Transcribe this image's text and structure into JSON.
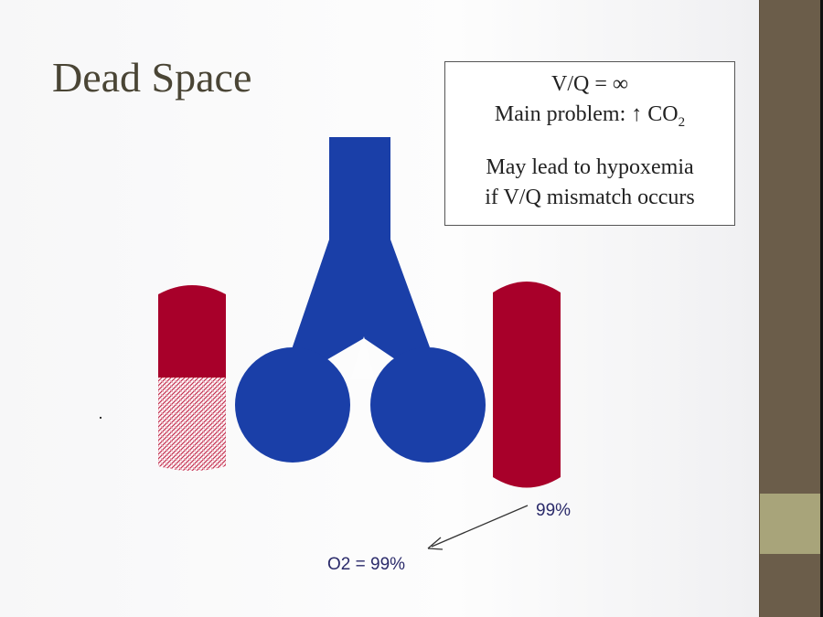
{
  "title": "Dead Space",
  "info_box": {
    "line1": "V/Q = ∞",
    "line2_prefix": "Main problem: ↑ CO",
    "line2_sub": "2",
    "line3": "May lead to hypoxemia",
    "line4": "if V/Q mismatch occurs"
  },
  "labels": {
    "vessel_sat": "99%",
    "o2": "O2 = 99%"
  },
  "colors": {
    "airway": "#1a3fa8",
    "blood": "#a8002a",
    "sidebar": "#6b5d4a",
    "sidebar_band": "#a8a47a"
  }
}
